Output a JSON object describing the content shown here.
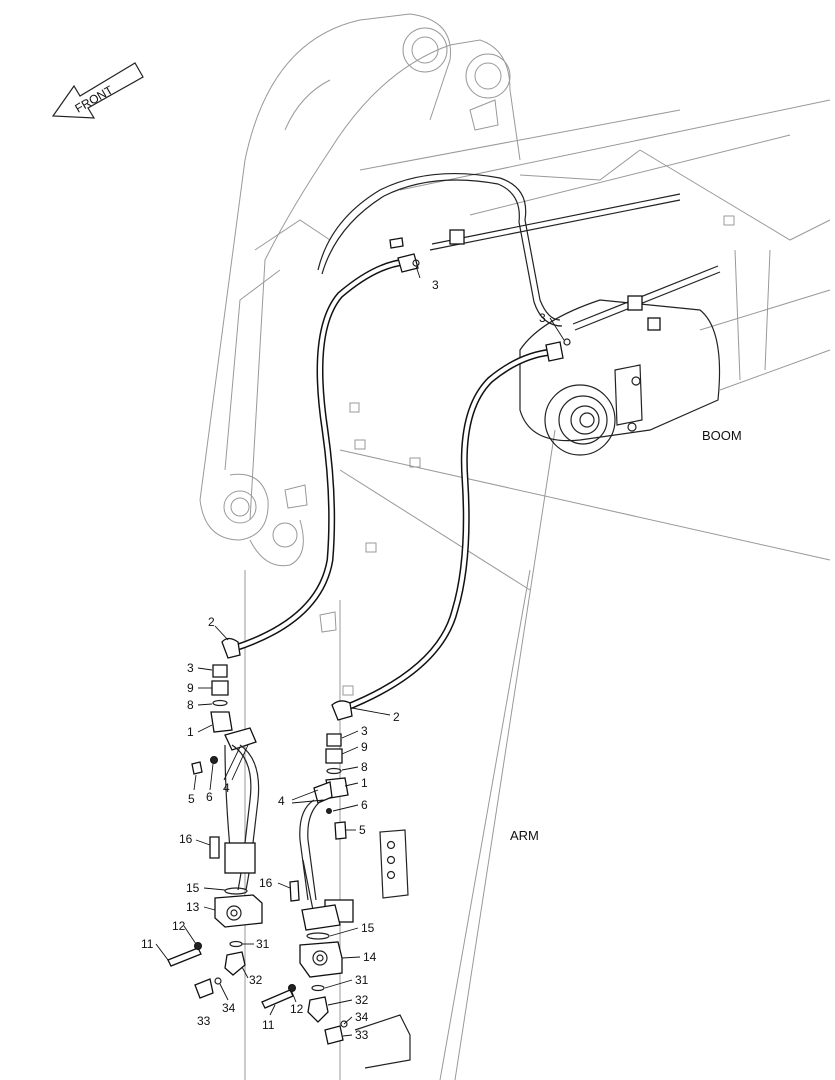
{
  "orientation": {
    "front_label": "FRONT"
  },
  "regions": {
    "boom": "BOOM",
    "arm": "ARM"
  },
  "callouts": {
    "c2a": "2",
    "c3a": "3",
    "c9a": "9",
    "c8a": "8",
    "c1a": "1",
    "c4a": "4",
    "c5a": "5",
    "c6a": "6",
    "c16a": "16",
    "c15a": "15",
    "c13a": "13",
    "c12a": "12",
    "c11a": "11",
    "c31a": "31",
    "c32a": "32",
    "c33a": "33",
    "c34a": "34",
    "c3top": "3",
    "c3mid": "3",
    "c2b": "2",
    "c3b": "3",
    "c9b": "9",
    "c8b": "8",
    "c1b": "1",
    "c4b": "4",
    "c6b": "6",
    "c5b": "5",
    "c16b": "16",
    "c15b": "15",
    "c14b": "14",
    "c31b": "31",
    "c32b": "32",
    "c34b": "34",
    "c33b": "33",
    "c11b": "11",
    "c12b": "12"
  },
  "icons": {
    "direction": "arrow-left-icon"
  }
}
